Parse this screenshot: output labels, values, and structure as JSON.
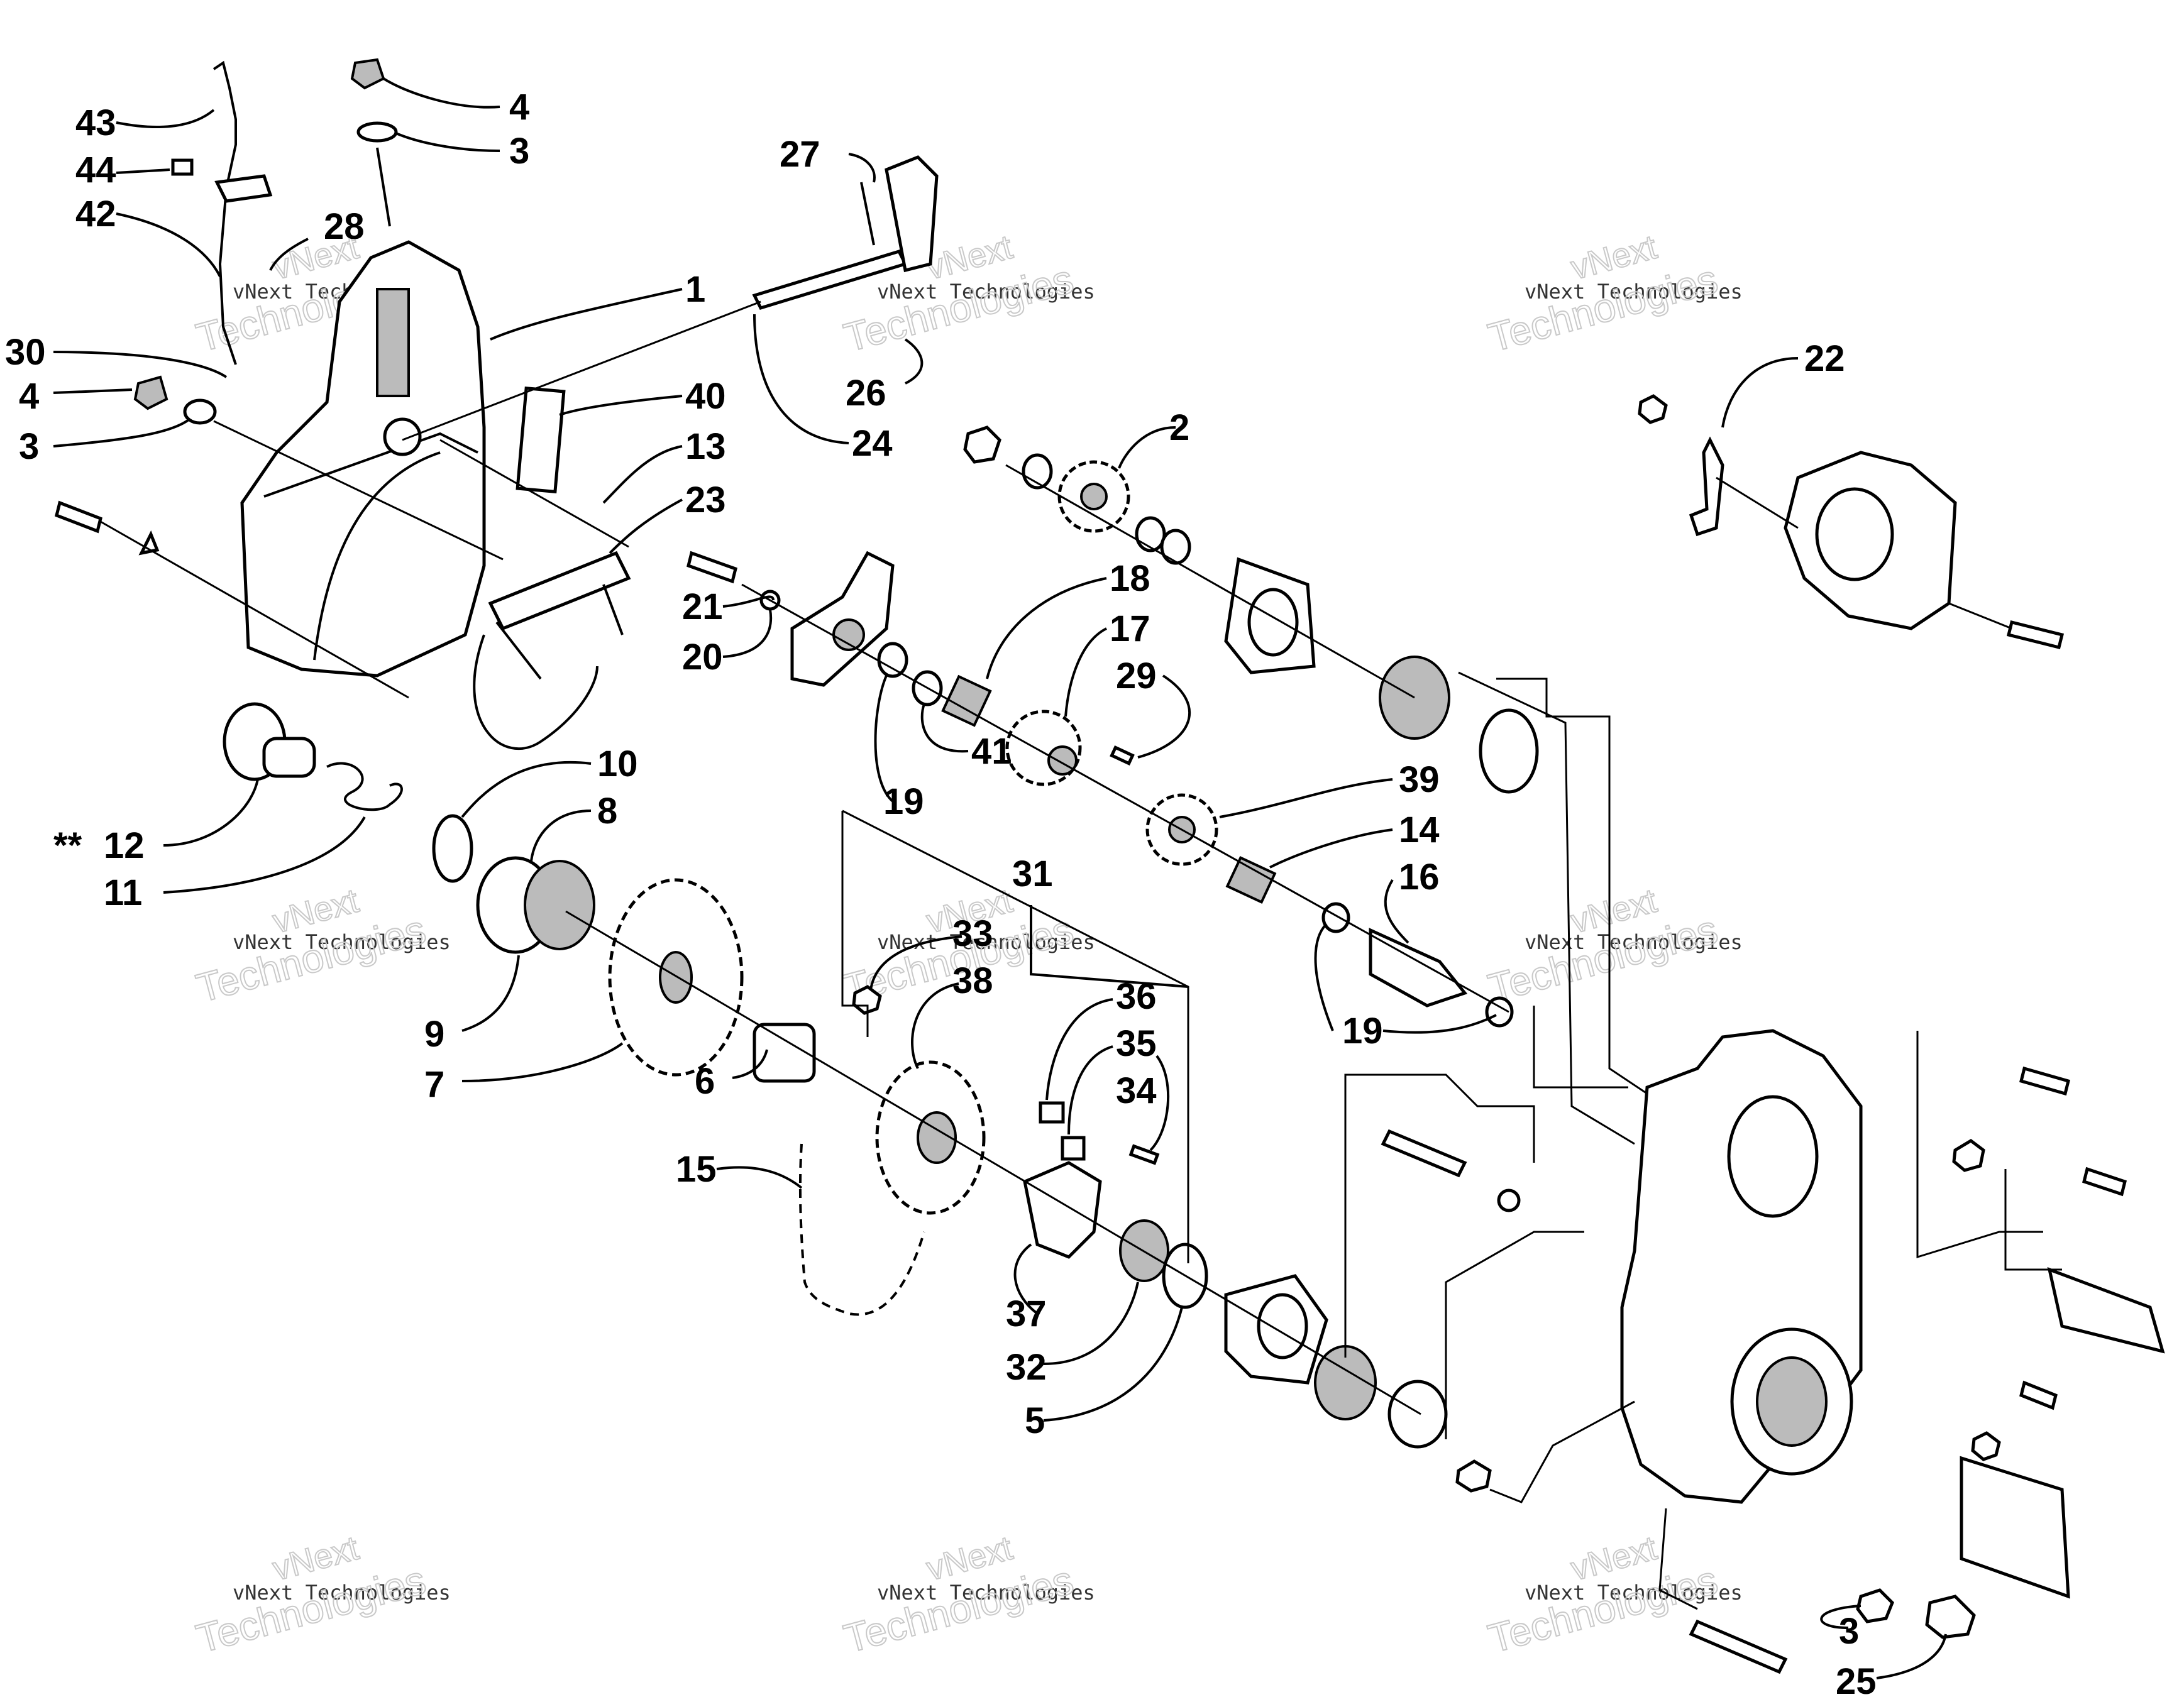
{
  "callouts": [
    {
      "id": "c43",
      "text": "43"
    },
    {
      "id": "c44",
      "text": "44"
    },
    {
      "id": "c42",
      "text": "42"
    },
    {
      "id": "c4a",
      "text": "4"
    },
    {
      "id": "c3a",
      "text": "3"
    },
    {
      "id": "c28",
      "text": "28"
    },
    {
      "id": "c1",
      "text": "1"
    },
    {
      "id": "c27",
      "text": "27"
    },
    {
      "id": "c30",
      "text": "30"
    },
    {
      "id": "c4b",
      "text": "4"
    },
    {
      "id": "c3b",
      "text": "3"
    },
    {
      "id": "c40",
      "text": "40"
    },
    {
      "id": "c13",
      "text": "13"
    },
    {
      "id": "c23",
      "text": "23"
    },
    {
      "id": "c26",
      "text": "26"
    },
    {
      "id": "c24",
      "text": "24"
    },
    {
      "id": "c22",
      "text": "22"
    },
    {
      "id": "c2",
      "text": "2"
    },
    {
      "id": "c18",
      "text": "18"
    },
    {
      "id": "c17",
      "text": "17"
    },
    {
      "id": "c29",
      "text": "29"
    },
    {
      "id": "c21",
      "text": "21"
    },
    {
      "id": "c20",
      "text": "20"
    },
    {
      "id": "c41",
      "text": "41"
    },
    {
      "id": "c19a",
      "text": "19"
    },
    {
      "id": "c10",
      "text": "10"
    },
    {
      "id": "c8",
      "text": "8"
    },
    {
      "id": "c12",
      "text": "12"
    },
    {
      "id": "c11",
      "text": "11"
    },
    {
      "id": "c39",
      "text": "39"
    },
    {
      "id": "c14",
      "text": "14"
    },
    {
      "id": "c16",
      "text": "16"
    },
    {
      "id": "c31",
      "text": "31"
    },
    {
      "id": "c19b",
      "text": "19"
    },
    {
      "id": "c33",
      "text": "33"
    },
    {
      "id": "c38",
      "text": "38"
    },
    {
      "id": "c36",
      "text": "36"
    },
    {
      "id": "c35",
      "text": "35"
    },
    {
      "id": "c34",
      "text": "34"
    },
    {
      "id": "c9",
      "text": "9"
    },
    {
      "id": "c7",
      "text": "7"
    },
    {
      "id": "c6",
      "text": "6"
    },
    {
      "id": "c15",
      "text": "15"
    },
    {
      "id": "c37",
      "text": "37"
    },
    {
      "id": "c32",
      "text": "32"
    },
    {
      "id": "c5",
      "text": "5"
    },
    {
      "id": "c3c",
      "text": "3"
    },
    {
      "id": "c25",
      "text": "25"
    }
  ],
  "note_mark": "**",
  "watermark": {
    "line1": "vNext Technologies",
    "line2": "Technologies",
    "line3": "vNext"
  }
}
